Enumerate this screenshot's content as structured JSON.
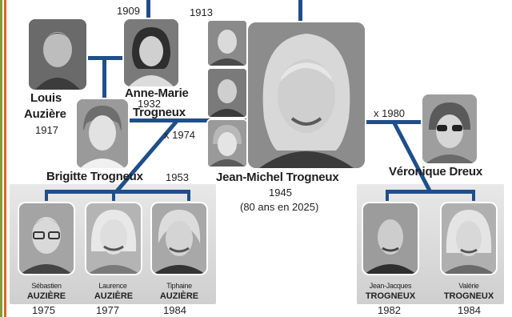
{
  "persons": {
    "louis": {
      "first": "Louis",
      "last": "Auzière",
      "year": "1917"
    },
    "anne_marie": {
      "first": "Anne-Marie",
      "last": "Trogneux",
      "year": "1932"
    },
    "brigitte": {
      "name": "Brigitte Trogneux",
      "year": "1953"
    },
    "jean_michel": {
      "name": "Jean-Michel Trogneux",
      "year": "1945",
      "note": "(80 ans en 2025)"
    },
    "veronique": {
      "name": "Véronique Dreux"
    },
    "sebastien": {
      "first": "Sébastien",
      "last": "AUZIÈRE",
      "year": "1975"
    },
    "laurence": {
      "first": "Laurence",
      "last": "AUZIÈRE",
      "year": "1977"
    },
    "tiphaine": {
      "first": "Tiphaine",
      "last": "AUZIÈRE",
      "year": "1984"
    },
    "jean_jacques": {
      "first": "Jean-Jacques",
      "last": "TROGNEUX",
      "year": "1982"
    },
    "valerie": {
      "first": "Valérie",
      "last": "TROGNEUX",
      "year": "1984"
    }
  },
  "cropped_years": {
    "left": "1909",
    "right": "1913"
  },
  "marriages": {
    "brigitte_louis": "x 1974",
    "jean_michel_veronique": "x 1980"
  },
  "colors": {
    "line": "#1f4e8c",
    "accent_orange": "#e0641e",
    "accent_green": "#8a9a3a"
  }
}
